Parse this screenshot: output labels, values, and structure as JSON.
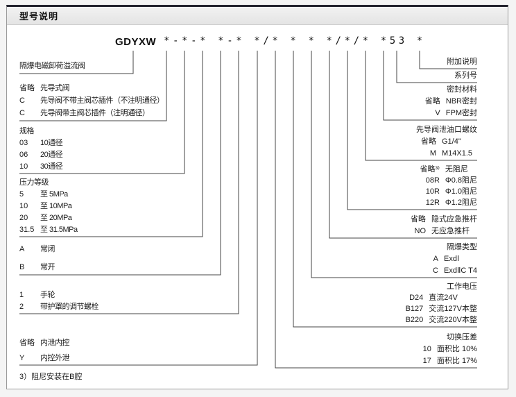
{
  "header": {
    "title": "型号说明"
  },
  "code": {
    "prefix": "GDYXW",
    "pattern": "*-*-* *-* */* * * */*/* *53 *"
  },
  "left_groups": [
    {
      "name": "valve-name",
      "rows": [
        {
          "c": "",
          "t": "隔爆电磁卸荷溢流阀"
        }
      ]
    },
    {
      "name": "pilot-valve-type",
      "rows": [
        {
          "c": "省略",
          "t": "先导式阀"
        },
        {
          "c": "C",
          "t": "先导阀不带主阀芯插件（不注明通径）"
        },
        {
          "c": "C",
          "t": "先导阀带主阀芯插件（注明通径）"
        }
      ]
    },
    {
      "name": "size-spec",
      "rows": [
        {
          "c": "",
          "t": "规格"
        },
        {
          "c": "03",
          "t": "10通径"
        },
        {
          "c": "06",
          "t": "20通径"
        },
        {
          "c": "10",
          "t": "30通径"
        }
      ]
    },
    {
      "name": "pressure-grade",
      "rows": [
        {
          "c": "",
          "t": "压力等级"
        },
        {
          "c": "5",
          "t": "至 5MPa"
        },
        {
          "c": "10",
          "t": "至 10MPa"
        },
        {
          "c": "20",
          "t": "至 20MPa"
        },
        {
          "c": "31.5",
          "t": "至 31.5MPa"
        }
      ]
    },
    {
      "name": "valve-function",
      "rows": [
        {
          "c": "A",
          "t": "常闭"
        },
        {
          "c": "B",
          "t": "常开"
        }
      ]
    },
    {
      "name": "adjustment-type",
      "rows": [
        {
          "c": "1",
          "t": "手轮"
        },
        {
          "c": "2",
          "t": "带护罩的调节螺栓"
        }
      ]
    },
    {
      "name": "drain-control",
      "rows": [
        {
          "c": "省略",
          "t": "内泄内控"
        },
        {
          "c": "Y",
          "t": "内控外泄"
        }
      ]
    }
  ],
  "right_groups": [
    {
      "name": "additional-note",
      "rows": [
        {
          "c": "",
          "t": "附加说明"
        }
      ]
    },
    {
      "name": "series-number",
      "rows": [
        {
          "c": "",
          "t": "系列号"
        }
      ]
    },
    {
      "name": "seal-material",
      "rows": [
        {
          "c": "",
          "t": "密封材料"
        },
        {
          "c": "省略",
          "t": "NBR密封"
        },
        {
          "c": "V",
          "t": "FPM密封"
        }
      ]
    },
    {
      "name": "pilot-drain-thread",
      "rows": [
        {
          "c": "",
          "t": "先导阀泄油口螺纹"
        },
        {
          "c": "省略",
          "t": "G1/4\""
        },
        {
          "c": "M",
          "t": "M14X1.5"
        }
      ]
    },
    {
      "name": "damping",
      "rows": [
        {
          "c": "省略³⁾",
          "t": "无阻尼"
        },
        {
          "c": "08R",
          "t": "Φ0.8阻尼"
        },
        {
          "c": "10R",
          "t": "Φ1.0阻尼"
        },
        {
          "c": "12R",
          "t": "Φ1.2阻尼"
        }
      ]
    },
    {
      "name": "emergency-pushrod",
      "rows": [
        {
          "c": "省略",
          "t": "隐式应急推杆"
        },
        {
          "c": "NO",
          "t": "无应急推杆"
        }
      ]
    },
    {
      "name": "explosion-proof-type",
      "rows": [
        {
          "c": "",
          "t": "隔爆类型"
        },
        {
          "c": "A",
          "t": "ExdⅠ"
        },
        {
          "c": "C",
          "t": "ExdⅡC T4"
        }
      ]
    },
    {
      "name": "working-voltage",
      "rows": [
        {
          "c": "",
          "t": "工作电压"
        },
        {
          "c": "D24",
          "t": "直流24V"
        },
        {
          "c": "B127",
          "t": "交流127V本整"
        },
        {
          "c": "B220",
          "t": "交流220V本整"
        }
      ]
    },
    {
      "name": "switching-pressure-diff",
      "rows": [
        {
          "c": "",
          "t": "切换压差"
        },
        {
          "c": "10",
          "t": "面积比 10%"
        },
        {
          "c": "17",
          "t": "面积比 17%"
        }
      ]
    }
  ],
  "footnote": "3）阻尼安装在B腔"
}
